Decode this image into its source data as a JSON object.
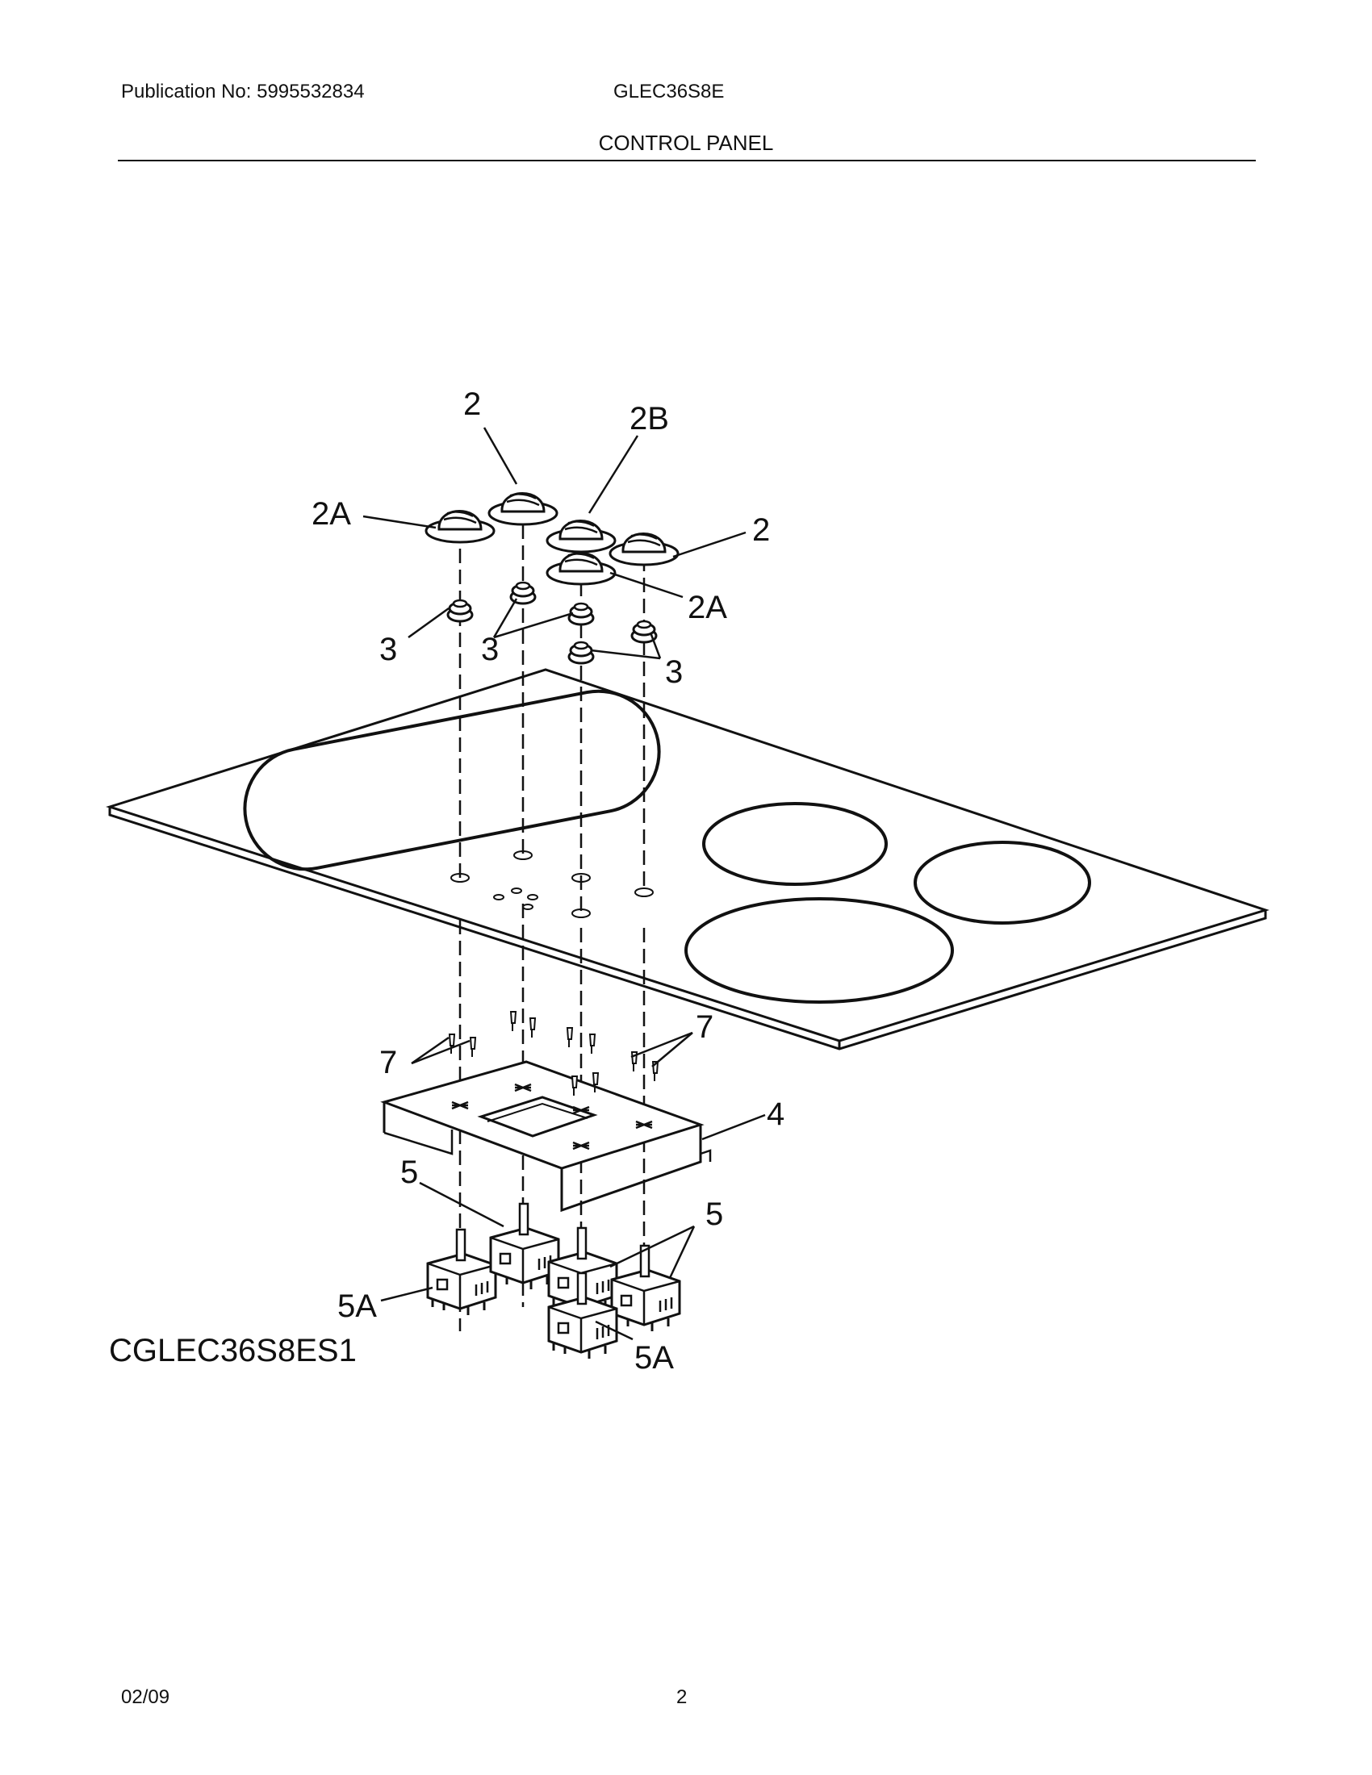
{
  "header": {
    "publication": "Publication No: 5995532834",
    "model": "GLEC36S8E",
    "section": "CONTROL PANEL"
  },
  "diagram": {
    "figure_code": "CGLEC36S8ES1",
    "callouts": {
      "knob_2_left": "2",
      "knob_2b": "2B",
      "knob_2a_left": "2A",
      "knob_2_right": "2",
      "knob_2a_right": "2A",
      "seal_3_left": "3",
      "seal_3_middle": "3",
      "seal_3_right": "3",
      "screw_7_left": "7",
      "screw_7_right": "7",
      "bracket_4": "4",
      "switch_5_left": "5",
      "switch_5_right": "5",
      "switch_5a_left": "5A",
      "switch_5a_right": "5A"
    }
  },
  "footer": {
    "date": "02/09",
    "page_number": "2"
  }
}
